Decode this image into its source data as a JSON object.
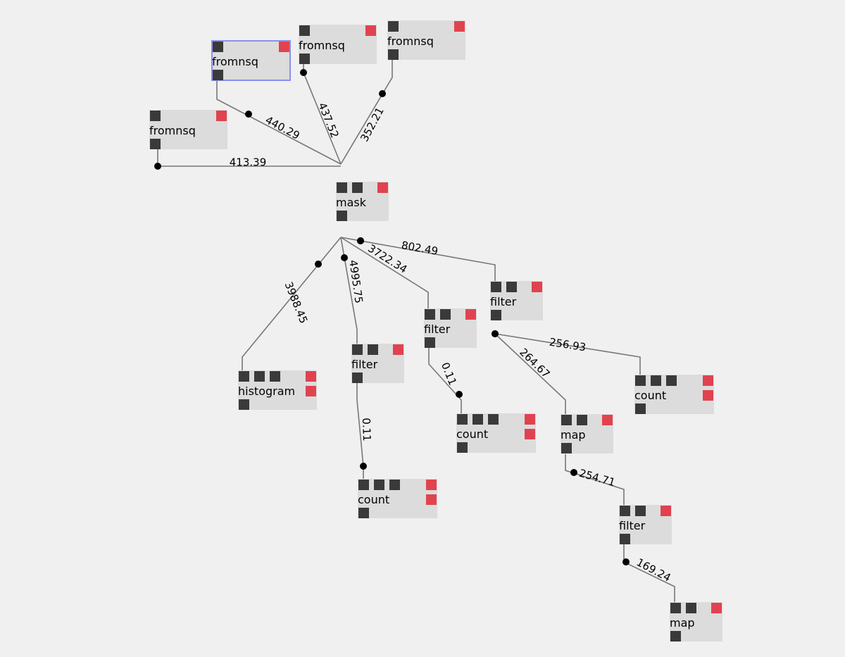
{
  "nodes": [
    {
      "id": "fromnsq_sel",
      "label": "fromnsq",
      "inlets": 1,
      "outlets": 1,
      "selected": true
    },
    {
      "id": "fromnsq_a",
      "label": "fromnsq",
      "inlets": 1,
      "outlets": 1
    },
    {
      "id": "fromnsq_b",
      "label": "fromnsq",
      "inlets": 1,
      "outlets": 1
    },
    {
      "id": "fromnsq_c",
      "label": "fromnsq",
      "inlets": 1,
      "outlets": 1
    },
    {
      "id": "mask",
      "label": "mask",
      "inlets": 2,
      "outlets": 1
    },
    {
      "id": "histogram",
      "label": "histogram",
      "inlets": 3,
      "outlets": 2
    },
    {
      "id": "filter1",
      "label": "filter",
      "inlets": 2,
      "outlets": 1
    },
    {
      "id": "filter2",
      "label": "filter",
      "inlets": 2,
      "outlets": 1
    },
    {
      "id": "filter3",
      "label": "filter",
      "inlets": 2,
      "outlets": 1
    },
    {
      "id": "count1",
      "label": "count",
      "inlets": 3,
      "outlets": 2
    },
    {
      "id": "count2",
      "label": "count",
      "inlets": 3,
      "outlets": 2
    },
    {
      "id": "count3",
      "label": "count",
      "inlets": 3,
      "outlets": 2
    },
    {
      "id": "map1",
      "label": "map",
      "inlets": 2,
      "outlets": 1
    },
    {
      "id": "filter4",
      "label": "filter",
      "inlets": 2,
      "outlets": 1
    },
    {
      "id": "map2",
      "label": "map",
      "inlets": 2,
      "outlets": 1
    }
  ],
  "edges": [
    {
      "label": "440.29"
    },
    {
      "label": "437.52"
    },
    {
      "label": "352.21"
    },
    {
      "label": "413.39"
    },
    {
      "label": "3988.45"
    },
    {
      "label": "4995.75"
    },
    {
      "label": "3722.34"
    },
    {
      "label": "802.49"
    },
    {
      "label": "0.11"
    },
    {
      "label": "0.11"
    },
    {
      "label": "256.93"
    },
    {
      "label": "264.67"
    },
    {
      "label": "254.71"
    },
    {
      "label": "169.24"
    }
  ],
  "colors": {
    "background": "#f0f0f0",
    "node_fill": "#dcdcdc",
    "inlet": "#3a3a3a",
    "outlet": "#e0434f",
    "edge": "#777777",
    "selection": "#8b8ff0"
  }
}
